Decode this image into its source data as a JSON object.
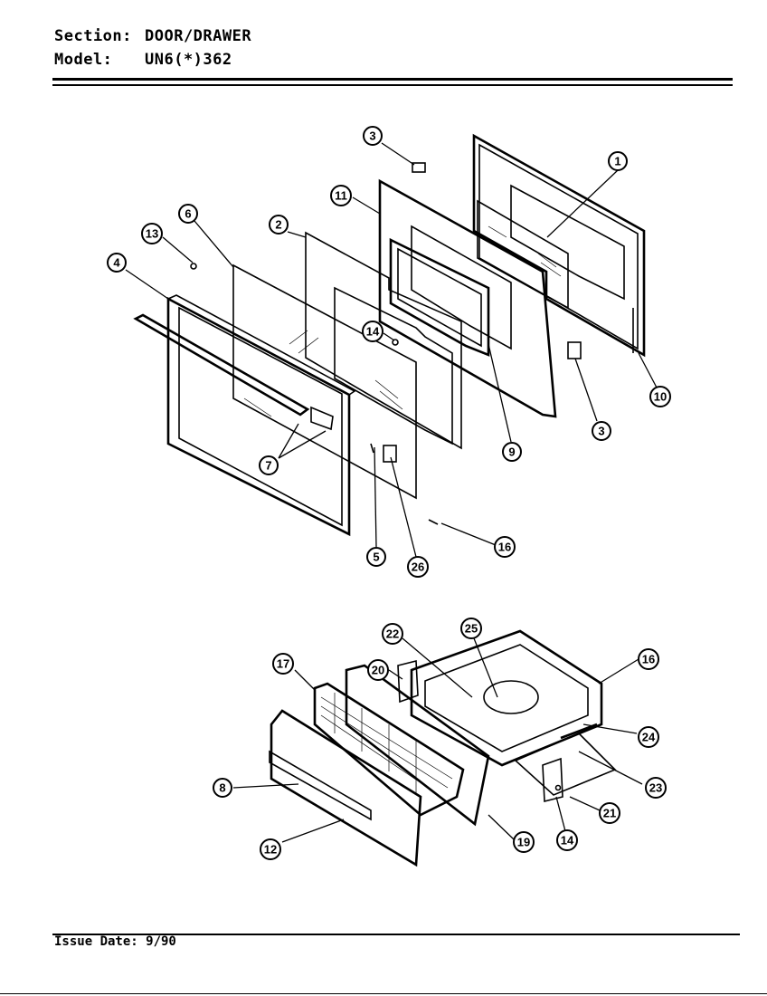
{
  "header": {
    "section_label": "Section:",
    "section_value": "DOOR/DRAWER",
    "model_label": "Model:",
    "model_value": "UN6(*)362"
  },
  "footer": {
    "issue_date": "Issue Date: 9/90"
  },
  "callouts": {
    "c1": "1",
    "c2": "2",
    "c3a": "3",
    "c3b": "3",
    "c4": "4",
    "c5": "5",
    "c6": "6",
    "c7": "7",
    "c8": "8",
    "c9": "9",
    "c10": "10",
    "c11": "11",
    "c12": "12",
    "c13": "13",
    "c14a": "14",
    "c14b": "14",
    "c16a": "16",
    "c16b": "16",
    "c17": "17",
    "c19": "19",
    "c20": "20",
    "c21": "21",
    "c22": "22",
    "c23": "23",
    "c24": "24",
    "c25": "25",
    "c26": "26"
  }
}
